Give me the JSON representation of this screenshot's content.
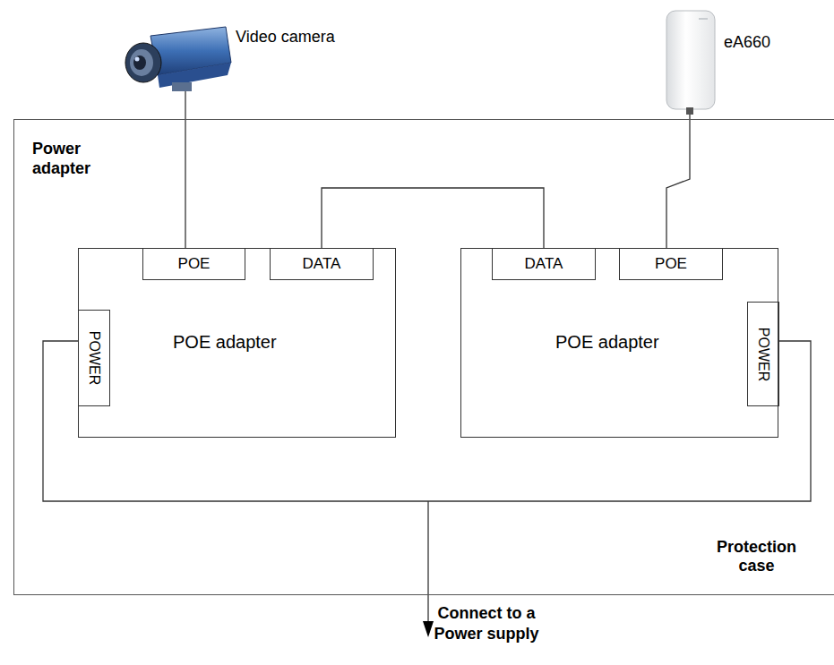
{
  "diagram": {
    "nodes": [
      {
        "text": [
          "Power adapter",
          "Protection case"
        ]
      },
      {
        "text": [
          "POE adapter"
        ],
        "in": 0
      },
      {
        "text": [
          "POE"
        ],
        "in": 1
      },
      {
        "text": [
          "DATA"
        ],
        "in": 1
      },
      {
        "text": [
          "POWER"
        ],
        "in": 1
      },
      {
        "text": [
          "POE adapter"
        ],
        "in": 0
      },
      {
        "text": [
          "DATA"
        ],
        "in": 5
      },
      {
        "text": [
          "POE"
        ],
        "in": 5
      },
      {
        "text": [
          "POWER"
        ],
        "in": 5
      }
    ],
    "edges": [
      {
        "from": 3,
        "to": 6,
        "arrow": "none"
      },
      {
        "from": 4,
        "to": 8,
        "arrow": "none"
      }
    ],
    "labels": [
      "Video camera",
      "eA660",
      "Connect to a Power supply"
    ]
  }
}
